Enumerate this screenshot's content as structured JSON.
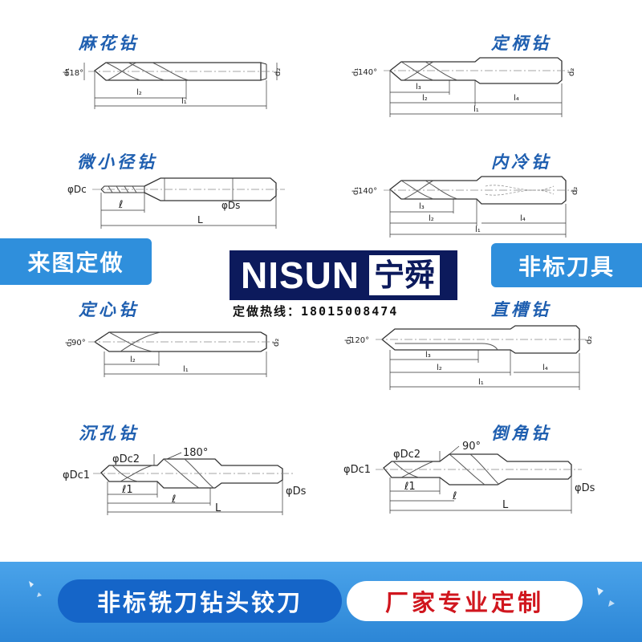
{
  "titles": {
    "twist": "麻花钻",
    "shank": "定柄钻",
    "micro": "微小径钻",
    "coolant": "内冷钻",
    "center": "定心钻",
    "straight": "直槽钻",
    "counter": "沉孔钻",
    "chamfer": "倒角钻"
  },
  "banners": {
    "left": "来图定做",
    "right": "非标刀具"
  },
  "logo": {
    "brand": "NISUN",
    "cn": "宁舜",
    "hotline": "定做热线：18015008474"
  },
  "footer": {
    "left": "非标铣刀钻头铰刀",
    "right": "厂家专业定制"
  },
  "labels": {
    "d1": "d₁",
    "d2": "d₂",
    "l1": "l₁",
    "l2": "l₂",
    "l3": "l₃",
    "l4": "l₄",
    "a118": "118°",
    "a140": "140°",
    "a90": "90°",
    "a120": "120°",
    "a180": "180°",
    "phiDc": "φDc",
    "phiDs": "φDs",
    "phiDc1": "φDc1",
    "phiDc2": "φDc2",
    "ell": "ℓ",
    "ell1": "ℓ1",
    "L": "L"
  },
  "colors": {
    "accent": "#1f5fb0",
    "banner": "#2f8fdc",
    "logo_bg": "#0c1a5c",
    "footer_red": "#d0161e"
  }
}
